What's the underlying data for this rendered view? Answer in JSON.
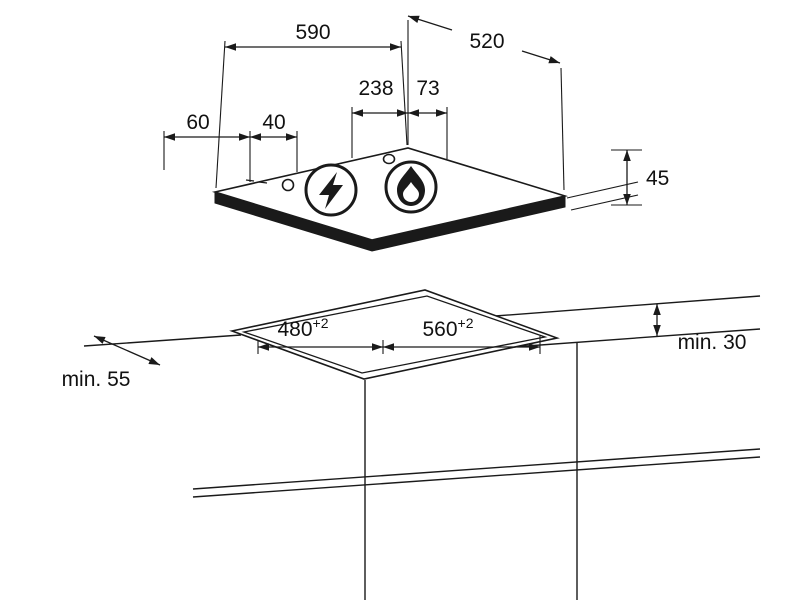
{
  "hob_view": {
    "width": "590",
    "depth": "520",
    "dim_a": "238",
    "dim_b": "73",
    "dim_c": "60",
    "dim_d": "40",
    "height": "45",
    "symbols": {
      "ignition": "lightning-icon",
      "gas_burner": "flame-icon",
      "control_knob": "knob-circle-icon"
    }
  },
  "installation_view": {
    "cutout_width": "480",
    "cutout_width_tolerance": "+2",
    "cutout_depth": "560",
    "cutout_depth_tolerance": "+2",
    "rear_clearance": "min. 55",
    "worktop_thickness": "min. 30"
  },
  "colors": {
    "line": "#1a1a1a",
    "background": "#ffffff"
  }
}
